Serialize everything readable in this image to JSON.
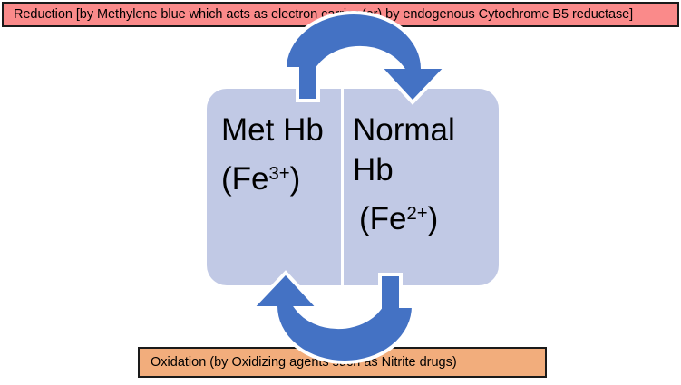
{
  "diagram": {
    "title_top": "Reduction [by Methylene blue which acts as electron carrier (or) by endogenous Cytochrome B5 reductase]",
    "title_bottom": "Oxidation (by Oxidizing agents such as Nitrite drugs)",
    "box": {
      "left": {
        "name": "Met Hb",
        "state_open": "(Fe",
        "state_charge": "3+",
        "state_close": ")"
      },
      "right": {
        "name_line1": "Normal",
        "name_line2": "Hb",
        "state_open": "(Fe",
        "state_charge": "2+",
        "state_close": ")"
      }
    },
    "arrows": {
      "top_label": "reduction-arrow",
      "bottom_label": "oxidation-arrow"
    },
    "colors": {
      "banner_reduction_fill": "#FA8A8A",
      "banner_oxidation_fill": "#F2AD7C",
      "banner_border": "#1a1a1a",
      "box_fill": "#C1C9E5",
      "arrow_fill": "#4472C4",
      "arrow_outline": "#FFFFFF",
      "divider": "#FFFFFF",
      "text": "#000000"
    }
  }
}
